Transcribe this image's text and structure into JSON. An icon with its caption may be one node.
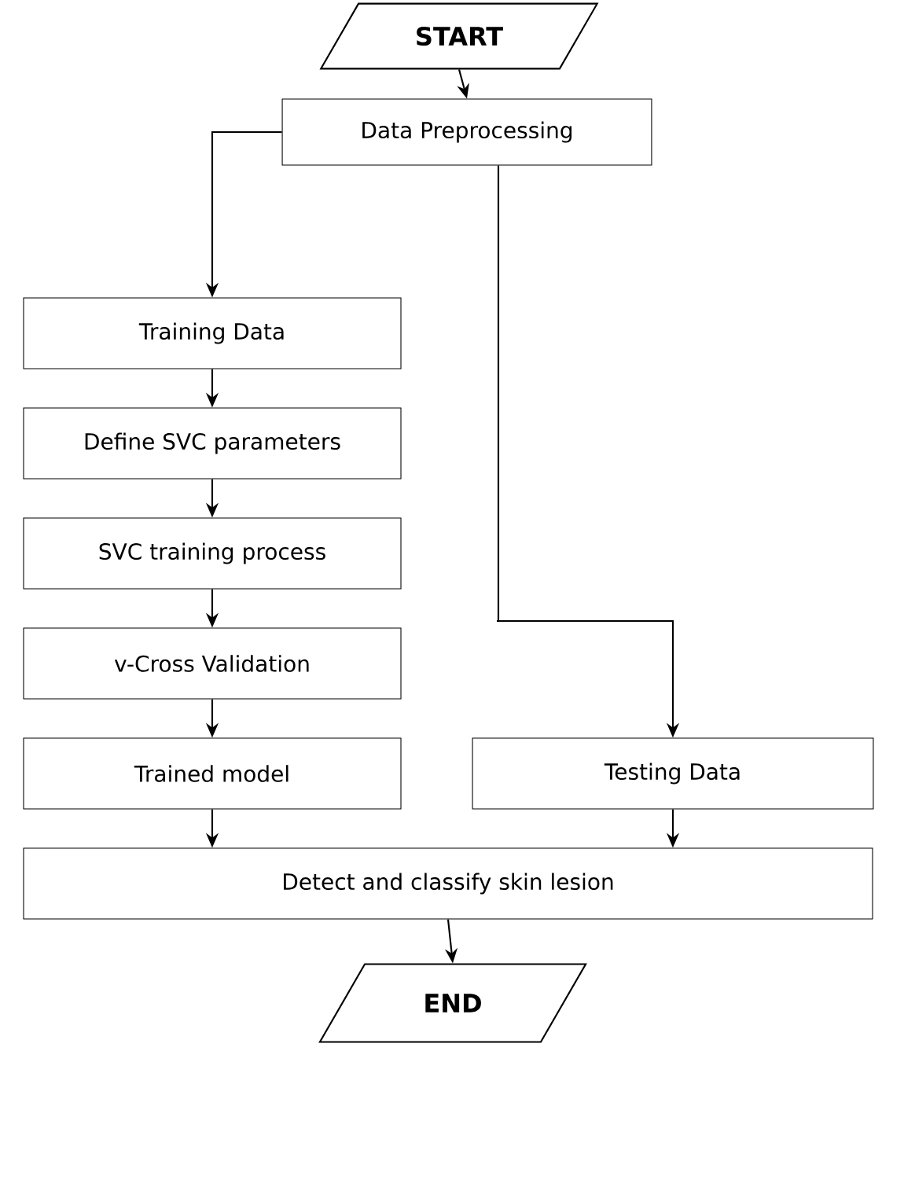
{
  "diagram": {
    "nodes": [
      {
        "text": [
          "START"
        ]
      },
      {
        "text": [
          "Data Preprocessing"
        ]
      },
      {
        "text": [
          "Training Data"
        ]
      },
      {
        "text": [
          "Define SVC parameters"
        ]
      },
      {
        "text": [
          "SVC training process"
        ]
      },
      {
        "text": [
          "v-Cross Validation"
        ]
      },
      {
        "text": [
          "Trained model"
        ]
      },
      {
        "text": [
          "Testing Data"
        ]
      },
      {
        "text": [
          "Detect and classify skin lesion"
        ]
      },
      {
        "text": [
          "END"
        ]
      }
    ],
    "edges": [
      {
        "from": 0,
        "to": 1,
        "arrow": "to"
      },
      {
        "from": 1,
        "to": 2,
        "arrow": "to"
      },
      {
        "from": 1,
        "to": 7,
        "arrow": "to"
      },
      {
        "from": 2,
        "to": 3,
        "arrow": "to"
      },
      {
        "from": 3,
        "to": 4,
        "arrow": "to"
      },
      {
        "from": 4,
        "to": 5,
        "arrow": "to"
      },
      {
        "from": 5,
        "to": 6,
        "arrow": "to"
      },
      {
        "from": 6,
        "to": 8,
        "arrow": "to"
      },
      {
        "from": 7,
        "to": 8,
        "arrow": "to"
      },
      {
        "from": 8,
        "to": 9,
        "arrow": "to"
      }
    ]
  }
}
